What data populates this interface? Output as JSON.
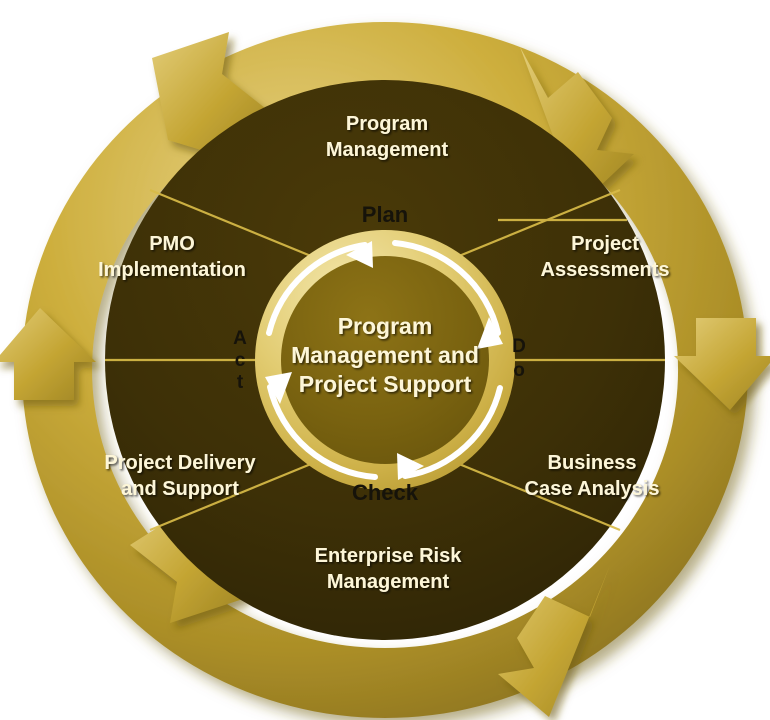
{
  "diagram": {
    "title": "Program Management and Project Support Wheel",
    "center": {
      "lines": [
        "Program",
        "Management and",
        "Project Support"
      ]
    },
    "cycle_ring": {
      "name": "PDCA cycle ring",
      "steps": [
        {
          "id": "plan",
          "label": "Plan",
          "position": "top"
        },
        {
          "id": "do",
          "label": "Do",
          "position": "right"
        },
        {
          "id": "check",
          "label": "Check",
          "position": "bottom"
        },
        {
          "id": "act",
          "label": "Act",
          "position": "left"
        }
      ],
      "direction": "clockwise"
    },
    "segments": [
      {
        "id": "program-management",
        "lines": [
          "Program",
          "Management"
        ],
        "position": "top"
      },
      {
        "id": "project-assessments",
        "lines": [
          "Project",
          "Assessments"
        ],
        "position": "top-right"
      },
      {
        "id": "business-case-analysis",
        "lines": [
          "Business",
          "Case Analysis"
        ],
        "position": "bottom-right"
      },
      {
        "id": "enterprise-risk-management",
        "lines": [
          "Enterprise Risk",
          "Management"
        ],
        "position": "bottom"
      },
      {
        "id": "project-delivery-and-support",
        "lines": [
          "Project Delivery",
          "and Support"
        ],
        "position": "bottom-left"
      },
      {
        "id": "pmo-implementation",
        "lines": [
          "PMO",
          "Implementation"
        ],
        "position": "top-left"
      }
    ],
    "outer_ring": {
      "name": "outer rotation ring",
      "direction": "clockwise",
      "arrow_count": 4
    },
    "colors": {
      "gold_light": "#e0c96a",
      "gold": "#c6a832",
      "gold_dark": "#9b8122",
      "segment_dark": "#3d3007",
      "center_fill": "#7a6310",
      "text_cream": "#fdf6d8",
      "text_dark": "#16130a",
      "background": "#ffffff"
    }
  }
}
